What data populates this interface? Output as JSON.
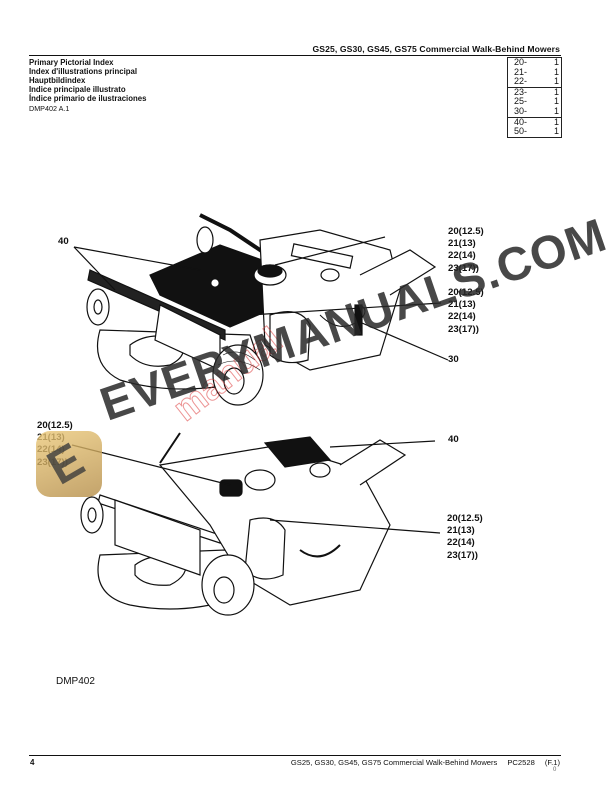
{
  "header": {
    "title": "GS25, GS30, GS45, GS75 Commercial Walk-Behind Mowers"
  },
  "index_titles": [
    "Primary Pictorial Index",
    "Index d'illustrations principal",
    "Hauptbildindex",
    "Indice principale illustrato",
    "Índice primario de ilustraciones"
  ],
  "doc_ref": "DMP402 A.1",
  "page_table": {
    "groups": [
      [
        {
          "code": "20-",
          "page": "1"
        },
        {
          "code": "21-",
          "page": "1"
        },
        {
          "code": "22-",
          "page": "1"
        }
      ],
      [
        {
          "code": "23-",
          "page": "1"
        },
        {
          "code": "25-",
          "page": "1"
        },
        {
          "code": "30-",
          "page": "1"
        }
      ],
      [
        {
          "code": "40-",
          "page": "1"
        },
        {
          "code": "50-",
          "page": "1"
        }
      ]
    ]
  },
  "callouts": {
    "top_left": [
      "40"
    ],
    "top_right_1": [
      "20(12.5)",
      "21(13)",
      "22(14)",
      "23(17))"
    ],
    "top_right_2": [
      "20(12.5)",
      "21(13)",
      "22(14)",
      "23(17))"
    ],
    "top_right_3": [
      "30"
    ],
    "bottom_left": [
      "20(12.5)",
      "21(13)",
      "22(14)",
      "23(17))"
    ],
    "bottom_right_1": [
      "40"
    ],
    "bottom_right_2": [
      "20(12.5)",
      "21(13)",
      "22(14)",
      "23(17))"
    ]
  },
  "watermark": {
    "text": "EVERYMANUALS.COM",
    "logo_letter": "E",
    "stamp": "manual"
  },
  "figure_label": "DMP402",
  "footer": {
    "page_number": "4",
    "title": "GS25, GS30, GS45, GS75 Commercial Walk-Behind Mowers",
    "doc_code": "PC2528",
    "revision": "(F.1)",
    "sub": "0"
  }
}
